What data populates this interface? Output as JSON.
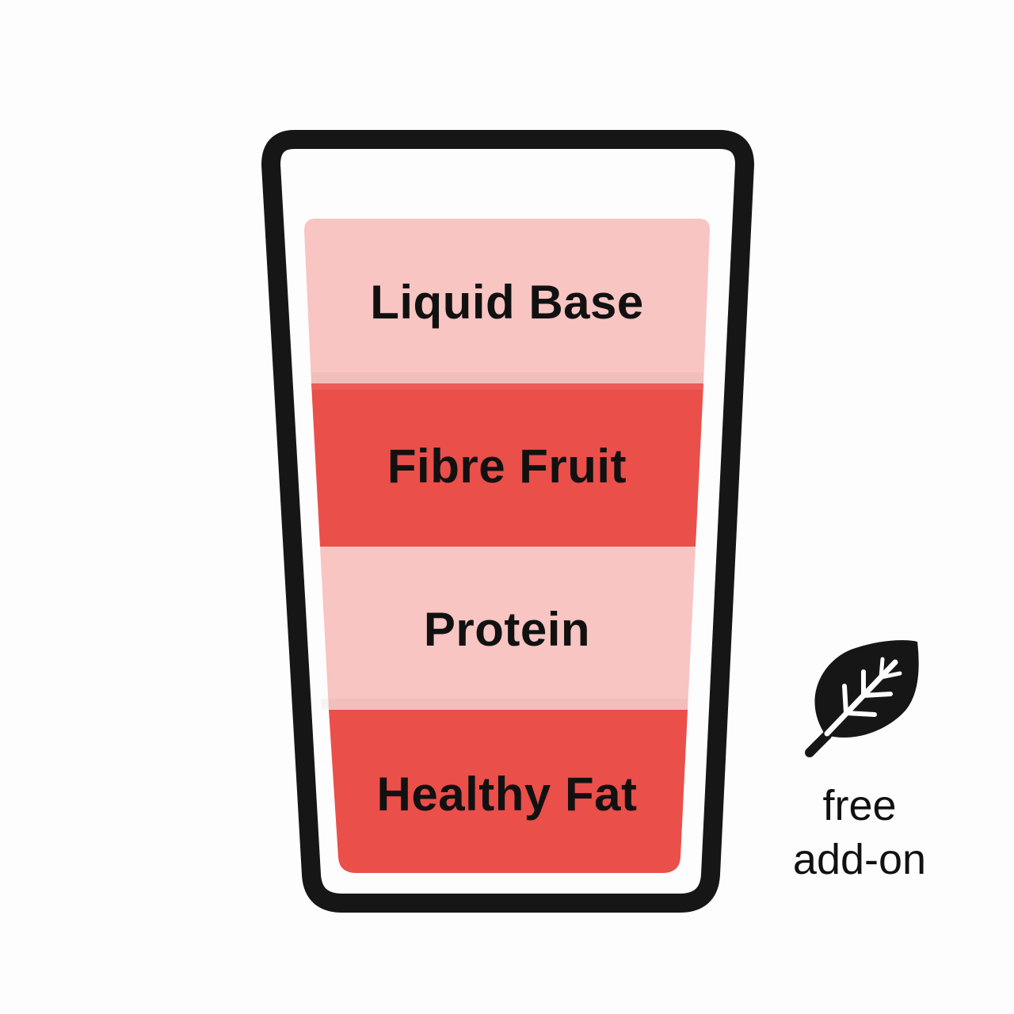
{
  "layers": [
    {
      "label": "Liquid Base",
      "color": "#f8c5c2"
    },
    {
      "label": "Fibre Fruit",
      "color": "#eb4f4a"
    },
    {
      "label": "Protein",
      "color": "#f8c5c2"
    },
    {
      "label": "Healthy Fat",
      "color": "#eb4f4a"
    }
  ],
  "addon": {
    "icon": "leaf-icon",
    "line1": "free",
    "line2": "add-on"
  },
  "colors": {
    "outline": "#161616",
    "background": "#fdfdfd",
    "text": "#111111"
  }
}
